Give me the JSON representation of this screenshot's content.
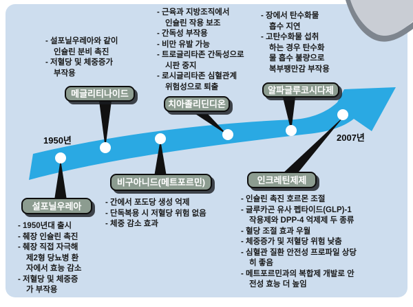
{
  "theme": {
    "card_bg": "#cdddee",
    "arrow_blue": "#2aa9e3",
    "box_green": "#8c9c90",
    "curl_gray": "#c9cdd4",
    "curl_edge": "#7e858e",
    "text_dark": "#191919"
  },
  "timeline": {
    "start_year": "1950년",
    "end_year": "2007년"
  },
  "drugs": [
    {
      "id": "sulfonylurea",
      "label": "설포닐우레아",
      "notes": [
        "- 1950년대 출시",
        "- 췌장 인슐린 촉진",
        "- 췌장 직접 자극해\n제2형 당뇨병 환\n자에서 효능 감소",
        "- 저혈당 및 체중증\n가 부작용"
      ]
    },
    {
      "id": "meglitinide",
      "label": "메글리티나이드",
      "notes": [
        "- 설포닐우레아와 같이\n인슐린 분비 촉진",
        "- 저혈당 및 체중증가\n부작용"
      ]
    },
    {
      "id": "biguanide",
      "label": "비구아니드(메트포르민)",
      "notes": [
        "- 간에서 포도당 생성 억제",
        "- 단독복용 시 저혈당 위험 없음",
        "- 체중 감소 효과"
      ]
    },
    {
      "id": "thiazolidinedione",
      "label": "치아졸리딘디온",
      "notes": [
        "- 근육과 지방조직에서\n인슐린 작용 보조",
        "- 간독성 부작용",
        "- 비만 유발 가능",
        "- 트로글리타존 간독성으로\n시판 중지",
        "- 로시글리타존 심혈관계\n위험성으로 퇴출"
      ]
    },
    {
      "id": "alpha-glucosidase",
      "label": "알파글루코시다제",
      "notes": [
        "- 장에서 탄수화물\n흡수 지연",
        "- 고탄수화물 섭취\n하는 경우 탄수화\n물 흡수 불량으로\n복부팽만감 부작용"
      ]
    },
    {
      "id": "incretin",
      "label": "인크레틴제제",
      "notes": [
        "- 인슐린 촉진 호르몬 조절",
        "- 글루카곤 유사 펩타이드(GLP)-1\n작용제와 DPP-4 억제제 두 종류",
        "- 혈당 조절 효과 우월",
        "- 체중증가 및 저혈당 위험 낮춤",
        "- 심혈관 질환 안전성 프로파일 상당\n히 좋음",
        "- 메트포르민과의 복합제 개발로 안\n전성 효능 더 높임"
      ]
    }
  ]
}
